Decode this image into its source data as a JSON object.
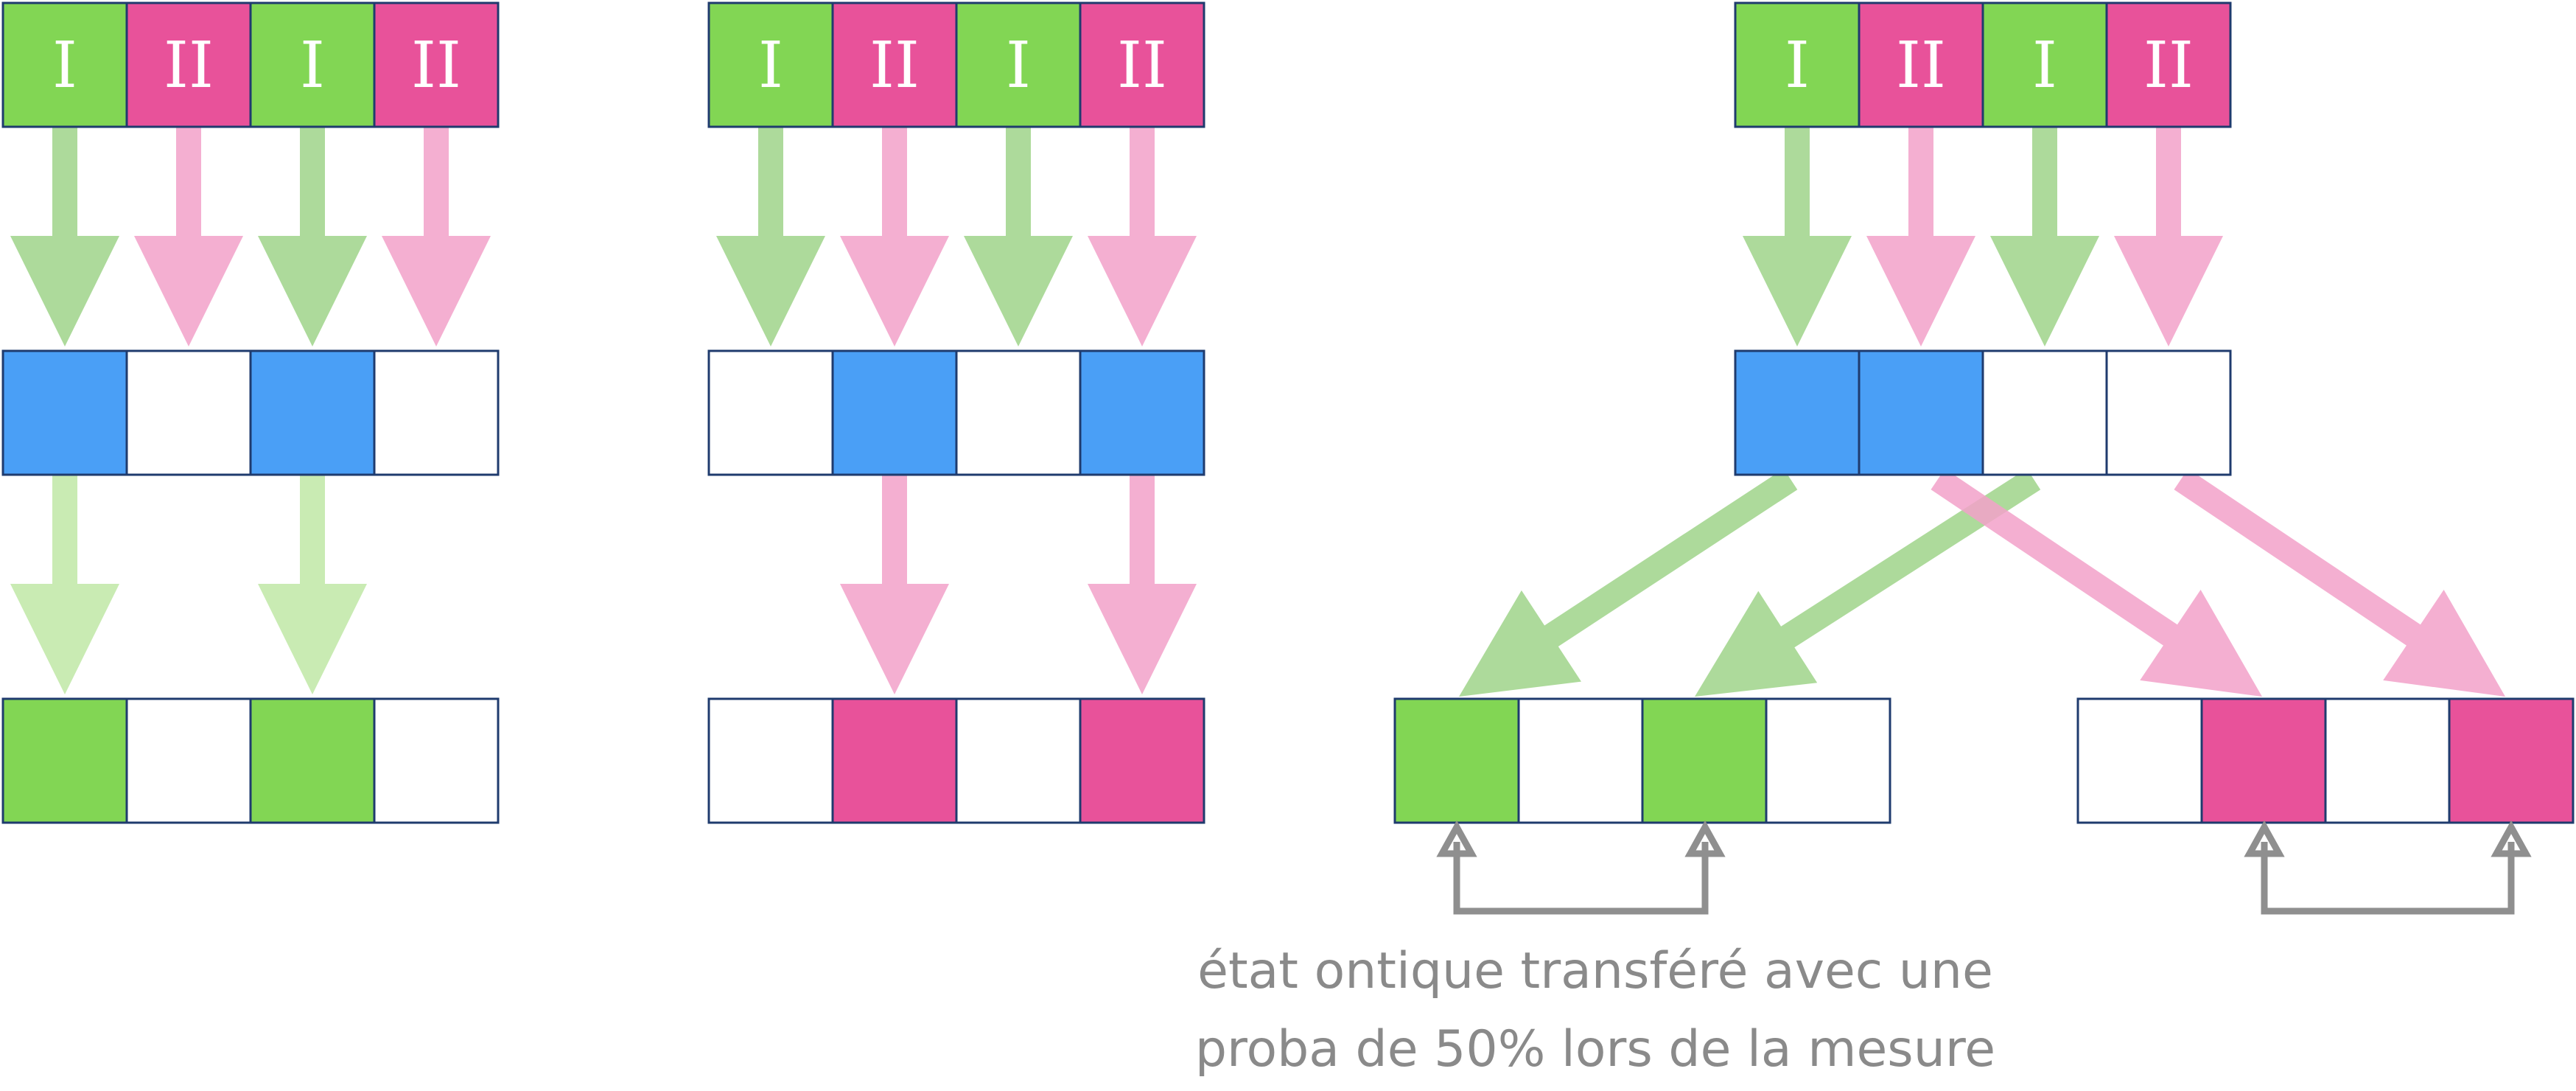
{
  "colors": {
    "green": "#82d654",
    "pink": "#e8529a",
    "blue": "#4a9ff6",
    "white": "#ffffff",
    "border": "#1f3b6e",
    "arrow_green": "#9fd48a",
    "arrow_light_green": "#bfe8a6",
    "arrow_pink": "#f2a1c9",
    "bracket_gray": "#8f8f8f",
    "caption_gray": "#8a8a8a"
  },
  "diagrams": [
    {
      "top_labels": [
        "I",
        "II",
        "I",
        "II"
      ],
      "top_colors": [
        "green",
        "pink",
        "green",
        "pink"
      ],
      "middle_colors": [
        "blue",
        "white",
        "blue",
        "white"
      ],
      "bottom_colors": [
        "green",
        "white",
        "green",
        "white"
      ]
    },
    {
      "top_labels": [
        "I",
        "II",
        "I",
        "II"
      ],
      "top_colors": [
        "green",
        "pink",
        "green",
        "pink"
      ],
      "middle_colors": [
        "white",
        "blue",
        "white",
        "blue"
      ],
      "bottom_colors": [
        "white",
        "pink",
        "white",
        "pink"
      ]
    },
    {
      "top_labels": [
        "I",
        "II",
        "I",
        "II"
      ],
      "top_colors": [
        "green",
        "pink",
        "green",
        "pink"
      ],
      "middle_colors": [
        "blue",
        "blue",
        "white",
        "white"
      ],
      "bottom_left_colors": [
        "green",
        "white",
        "green",
        "white"
      ],
      "bottom_right_colors": [
        "white",
        "pink",
        "white",
        "pink"
      ]
    }
  ],
  "caption": {
    "line1": "état ontique transféré avec une",
    "line2": "proba de 50% lors de la mesure"
  }
}
